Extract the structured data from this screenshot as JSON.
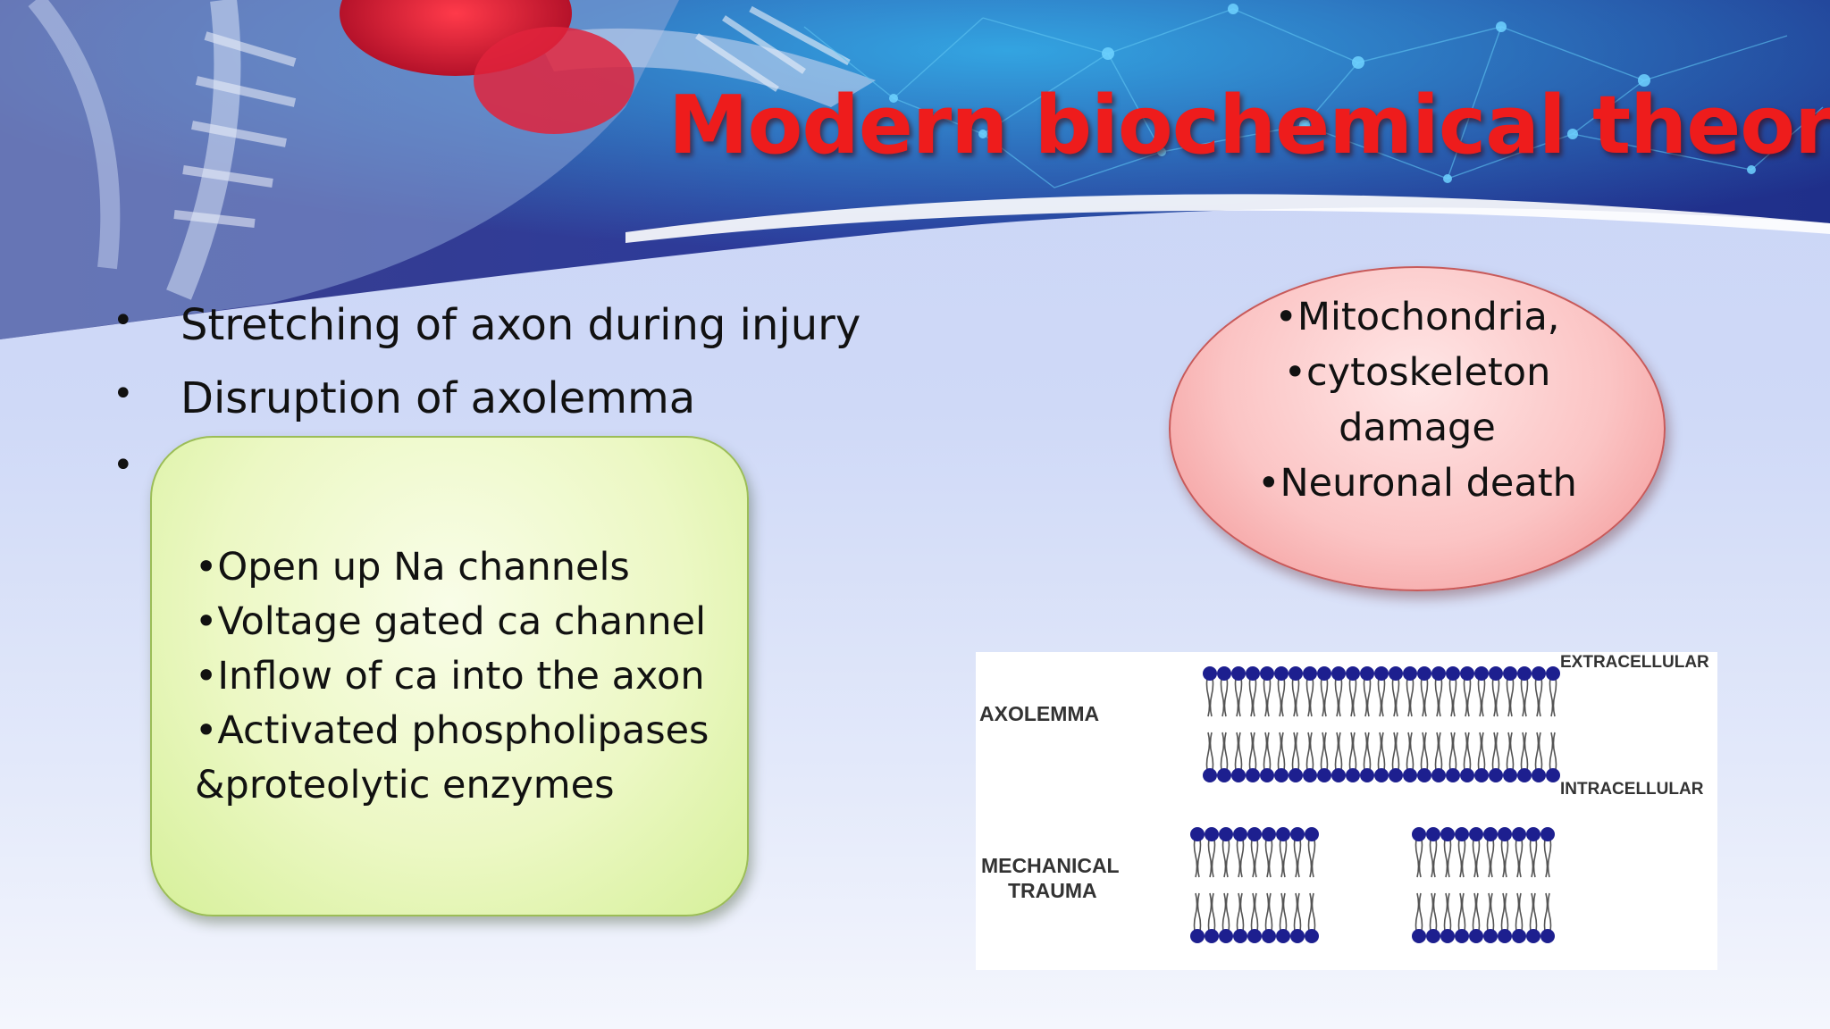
{
  "slide": {
    "title": "Modern biochemical theory",
    "bullets": [
      "Stretching of axon during injury",
      "Disruption of axolemma",
      ""
    ],
    "bullet_glyph": "•",
    "green_box": {
      "lines": [
        "•Open up Na channels",
        "•Voltage gated ca channel",
        "•Inflow of ca into the axon",
        "•Activated phospholipases",
        "&proteolytic enzymes"
      ]
    },
    "red_ellipse": {
      "lines": [
        "•Mitochondria,",
        "•cytoskeleton",
        "damage",
        "•Neuronal death"
      ]
    },
    "diagram": {
      "label_axolemma": "AXOLEMMA",
      "label_mechanical": "MECHANICAL",
      "label_trauma": "TRAUMA",
      "label_extracellular": "EXTRACELLULAR",
      "label_intracellular": "INTRACELLULAR"
    }
  },
  "colors": {
    "title": "#ee1c1c",
    "lipid_head": "#1d1f8f",
    "green_box": "#e8f7bd",
    "red_ellipse": "#f7b4b4"
  }
}
